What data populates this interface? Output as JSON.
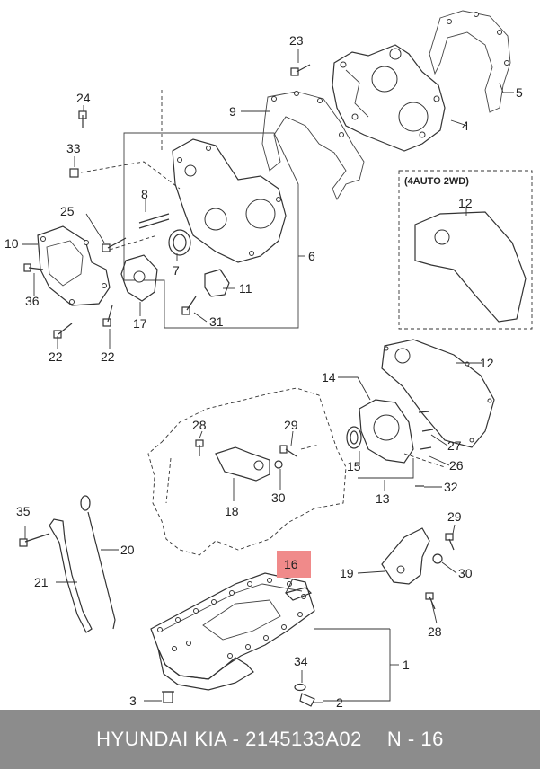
{
  "labels": {
    "l1": "1",
    "l2": "2",
    "l3": "3",
    "l4": "4",
    "l5": "5",
    "l6": "6",
    "l7": "7",
    "l8": "8",
    "l9": "9",
    "l10": "10",
    "l11": "11",
    "l12a": "12",
    "l12b": "12",
    "l13": "13",
    "l14": "14",
    "l15": "15",
    "l16": "16",
    "l17": "17",
    "l18": "18",
    "l19": "19",
    "l20": "20",
    "l21": "21",
    "l22a": "22",
    "l22b": "22",
    "l23": "23",
    "l24": "24",
    "l25": "25",
    "l26": "26",
    "l27": "27",
    "l28a": "28",
    "l28b": "28",
    "l29a": "29",
    "l29b": "29",
    "l30a": "30",
    "l30b": "30",
    "l31": "31",
    "l32": "32",
    "l33": "33",
    "l34": "34",
    "l35": "35",
    "l36": "36"
  },
  "variant_box_title": "(4AUTO 2WD)",
  "highlight_color": "#f08a8a",
  "footer": {
    "brand": "HYUNDAI  KIA - 2145133A02",
    "ref": "N - 16"
  }
}
